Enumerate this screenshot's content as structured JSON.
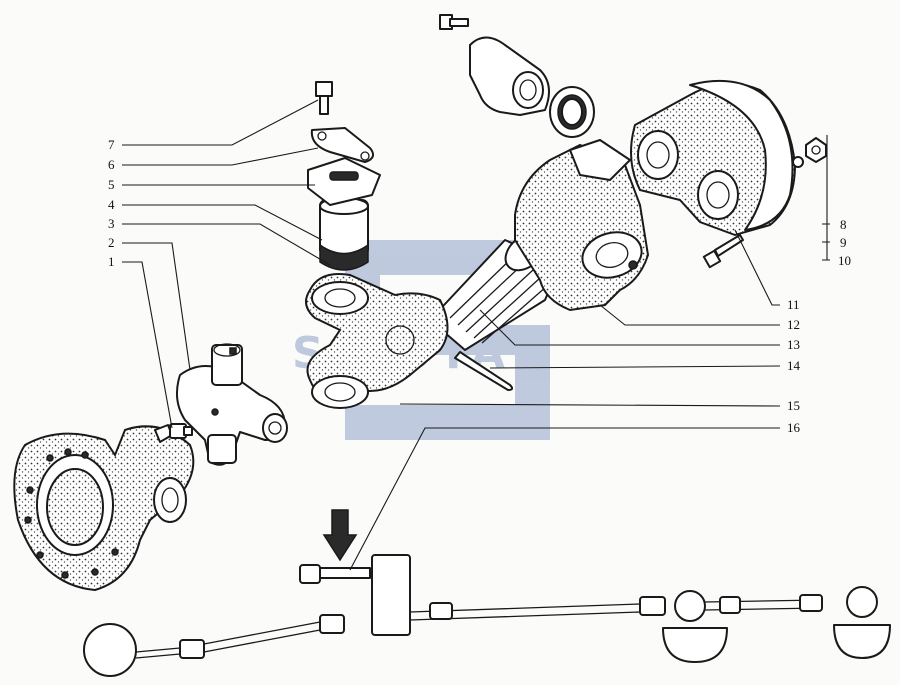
{
  "colors": {
    "ink": "#1a1a1a",
    "background": "#fbfbfa",
    "watermark": "#8fa2c6"
  },
  "watermark": {
    "text": "SINOTAL"
  },
  "callouts": [
    {
      "id": "1",
      "label": "1"
    },
    {
      "id": "2",
      "label": "2"
    },
    {
      "id": "3",
      "label": "3"
    },
    {
      "id": "4",
      "label": "4"
    },
    {
      "id": "5",
      "label": "5"
    },
    {
      "id": "6",
      "label": "6"
    },
    {
      "id": "7",
      "label": "7"
    },
    {
      "id": "8",
      "label": "8"
    },
    {
      "id": "9",
      "label": "9"
    },
    {
      "id": "10",
      "label": "10"
    },
    {
      "id": "11",
      "label": "11"
    },
    {
      "id": "12",
      "label": "12"
    },
    {
      "id": "13",
      "label": "13"
    },
    {
      "id": "14",
      "label": "14"
    },
    {
      "id": "15",
      "label": "15"
    },
    {
      "id": "16",
      "label": "16"
    }
  ],
  "icons": {
    "location_marker": "arrow-down-icon"
  }
}
